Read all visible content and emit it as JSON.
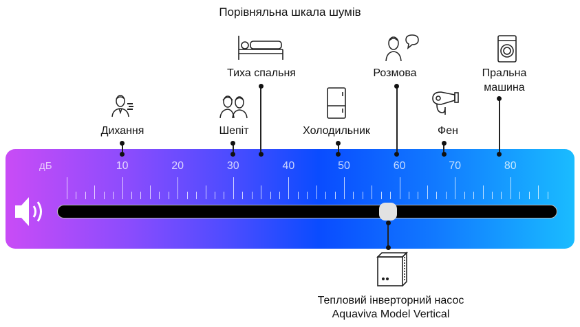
{
  "title": "Порівняльна шкала шумів",
  "scale": {
    "unit": "дБ",
    "labels": [
      "10",
      "20",
      "30",
      "40",
      "50",
      "60",
      "70",
      "80"
    ],
    "current_value_db": 58,
    "colors": {
      "left": "#c94cf6",
      "middle": "#0a4cff",
      "right": "#1abcff"
    }
  },
  "markers": [
    {
      "label": "Дихання",
      "db": 10,
      "icon": "breathing-person-icon"
    },
    {
      "label": "Шепіт",
      "db": 30,
      "icon": "whispering-people-icon"
    },
    {
      "label": "Тиха спальня",
      "db": 35,
      "icon": "bed-icon"
    },
    {
      "label": "Холодильник",
      "db": 49,
      "icon": "fridge-icon"
    },
    {
      "label": "Розмова",
      "db": 59.5,
      "icon": "talking-person-icon"
    },
    {
      "label": "Фен",
      "db": 68,
      "icon": "hair-dryer-icon"
    },
    {
      "label": "Пральна машина",
      "label_line1": "Пральна",
      "label_line2": "машина",
      "db": 78,
      "icon": "washing-machine-icon"
    }
  ],
  "product": {
    "line1": "Тепловий інверторний насос",
    "line2": "Aquaviva Model Vertical",
    "db": 58,
    "icon": "heat-pump-icon"
  }
}
